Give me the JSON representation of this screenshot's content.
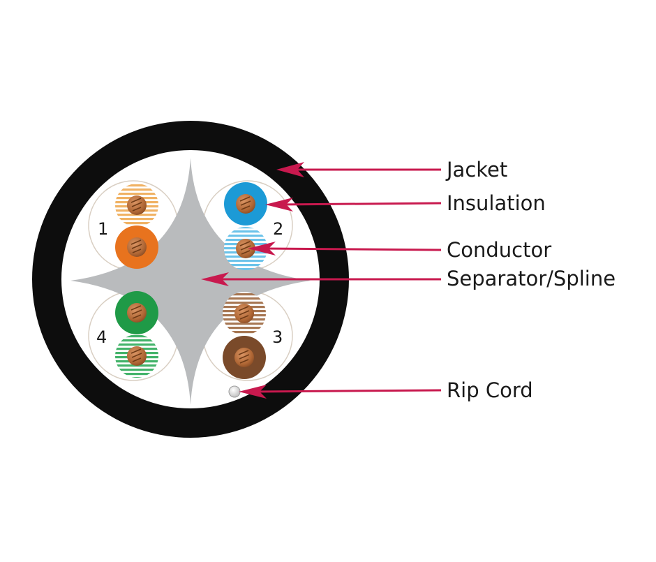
{
  "labels": {
    "jacket": "Jacket",
    "insulation": "Insulation",
    "conductor": "Conductor",
    "separator": "Separator/Spline",
    "rip_cord": "Rip Cord"
  },
  "pairs": [
    {
      "number": "1",
      "solid_color": "#e8731e",
      "striped_color": "#f0b264"
    },
    {
      "number": "2",
      "solid_color": "#1c9ad6",
      "striped_color": "#6cc3ea"
    },
    {
      "number": "3",
      "solid_color": "#7a4a2a",
      "striped_color": "#a77753"
    },
    {
      "number": "4",
      "solid_color": "#1f9a47",
      "striped_color": "#43b36a"
    }
  ],
  "colors": {
    "jacket": "#0d0d0d",
    "separator": "#b9bbbd",
    "copper": "#b9713d",
    "arrow": "#c8194e"
  }
}
